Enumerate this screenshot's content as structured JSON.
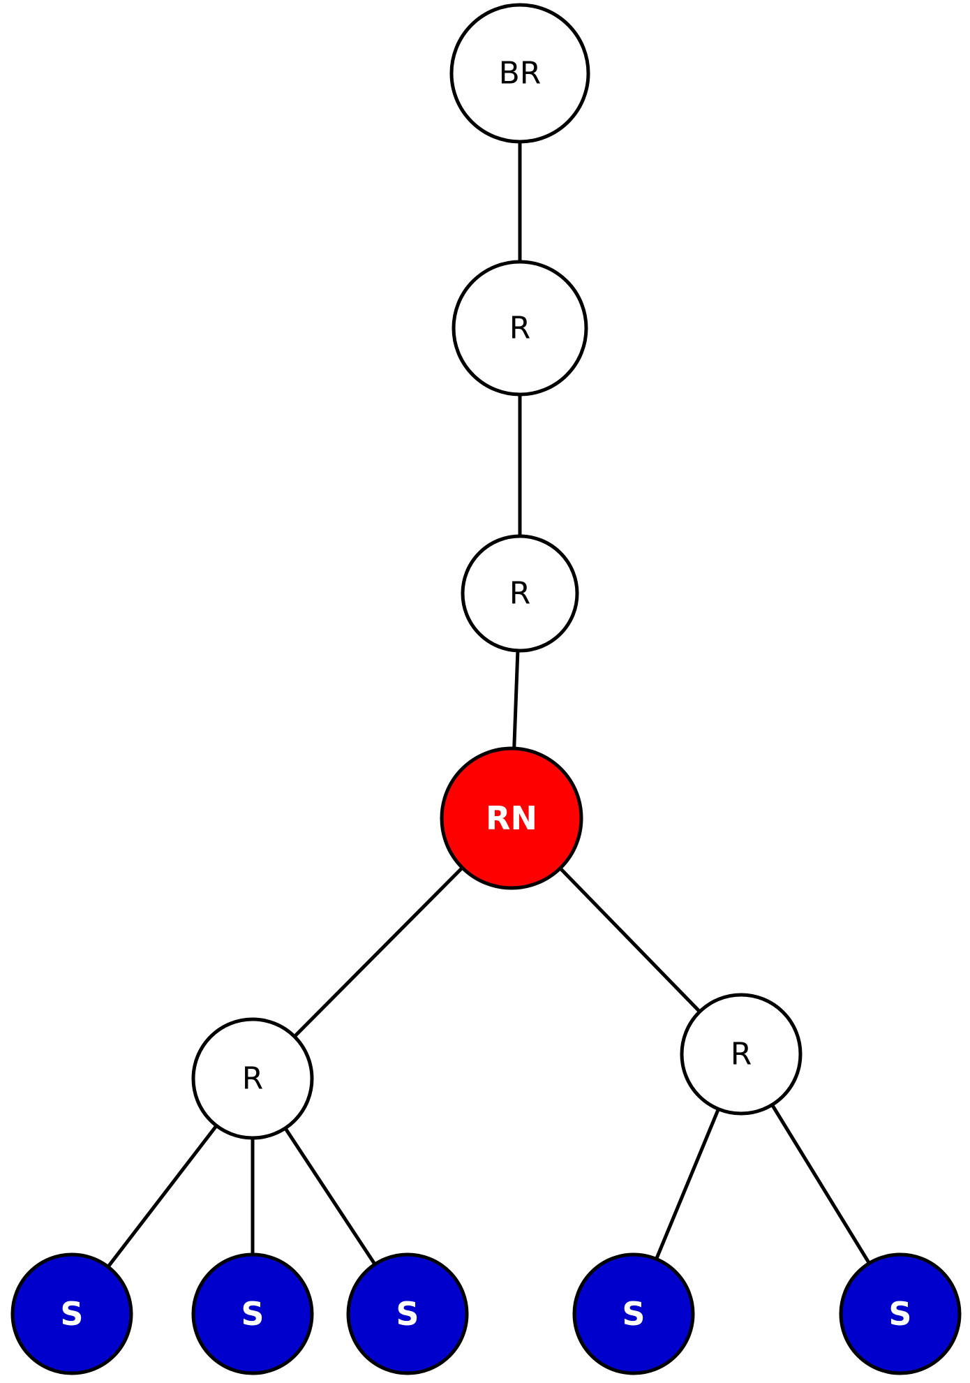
{
  "colors": {
    "plain_fill": "#ffffff",
    "root_node_fill": "#ff0000",
    "sensor_fill": "#0000cc",
    "edge": "#000000"
  },
  "nodes": [
    {
      "id": "br",
      "label": "BR",
      "kind": "plain"
    },
    {
      "id": "r1",
      "label": "R",
      "kind": "plain"
    },
    {
      "id": "r2",
      "label": "R",
      "kind": "plain"
    },
    {
      "id": "rn",
      "label": "RN",
      "kind": "root_node"
    },
    {
      "id": "rl",
      "label": "R",
      "kind": "plain"
    },
    {
      "id": "rr",
      "label": "R",
      "kind": "plain"
    },
    {
      "id": "s1",
      "label": "S",
      "kind": "sensor"
    },
    {
      "id": "s2",
      "label": "S",
      "kind": "sensor"
    },
    {
      "id": "s3",
      "label": "S",
      "kind": "sensor"
    },
    {
      "id": "s4",
      "label": "S",
      "kind": "sensor"
    },
    {
      "id": "s5",
      "label": "S",
      "kind": "sensor"
    }
  ],
  "edges": [
    [
      "br",
      "r1"
    ],
    [
      "r1",
      "r2"
    ],
    [
      "r2",
      "rn"
    ],
    [
      "rn",
      "rl"
    ],
    [
      "rn",
      "rr"
    ],
    [
      "rl",
      "s1"
    ],
    [
      "rl",
      "s2"
    ],
    [
      "rl",
      "s3"
    ],
    [
      "rr",
      "s4"
    ],
    [
      "rr",
      "s5"
    ]
  ]
}
